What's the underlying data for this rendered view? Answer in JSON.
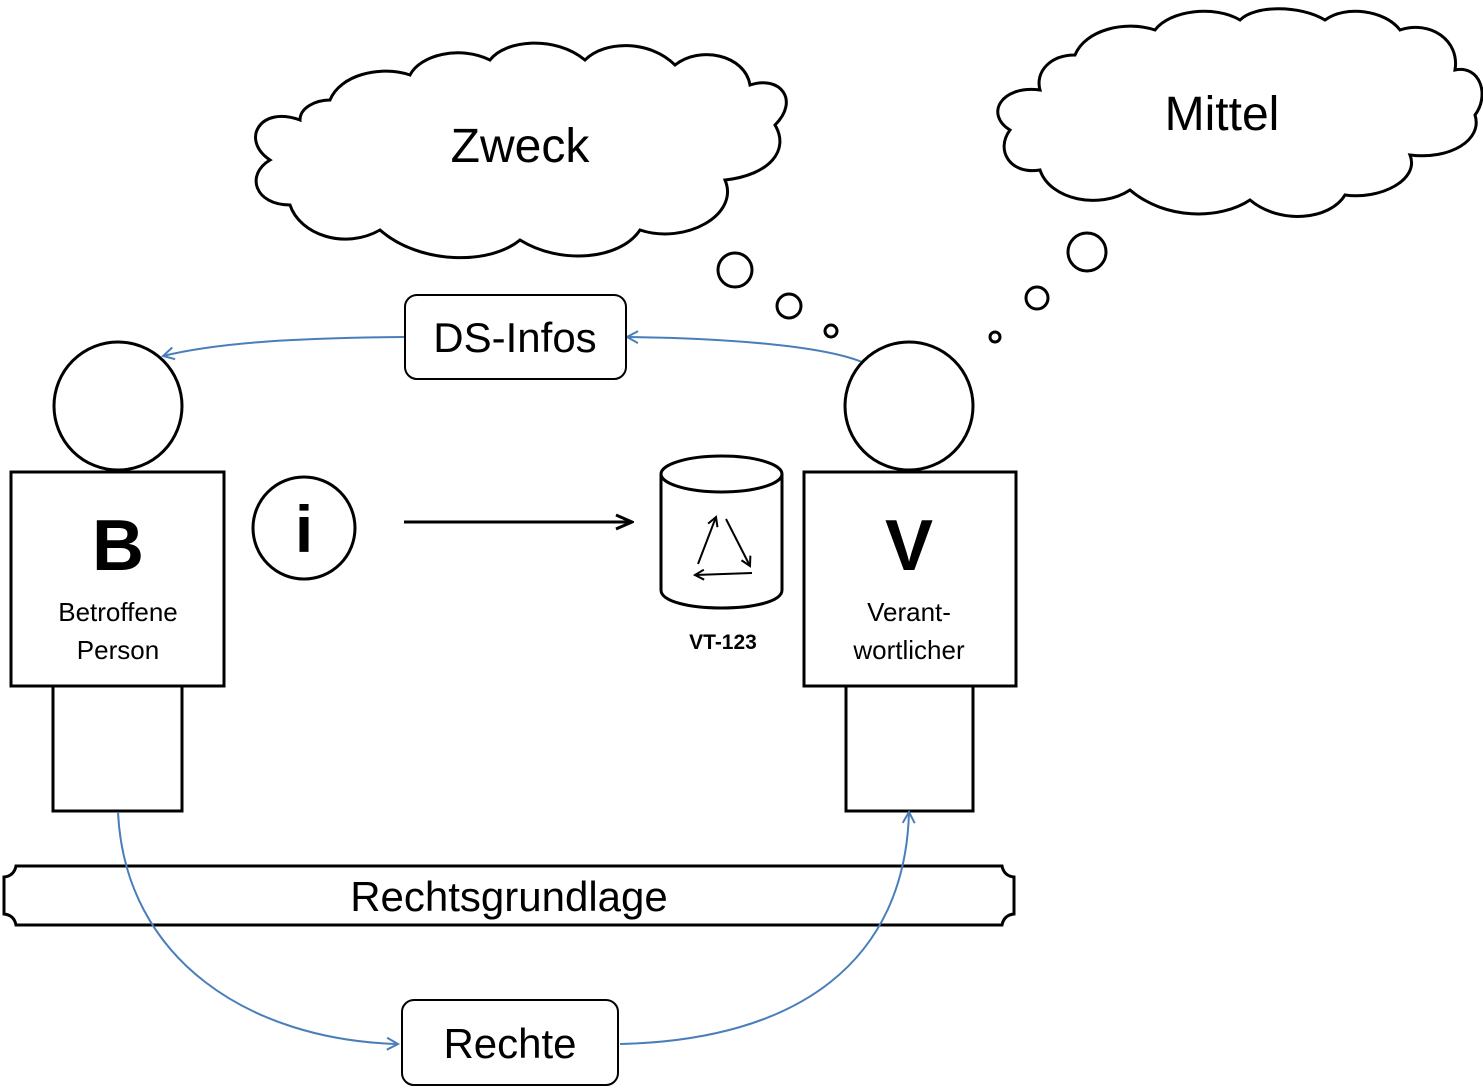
{
  "thoughts": {
    "zweck": "Zweck",
    "mittel": "Mittel"
  },
  "person_b": {
    "letter": "B",
    "label_line1": "Betroffene",
    "label_line2": "Person"
  },
  "person_v": {
    "letter": "V",
    "label_line1": "Verant-",
    "label_line2": "wortlicher"
  },
  "info_symbol": "i",
  "database": {
    "label": "VT-123",
    "icon": "cycle-arrows-icon"
  },
  "ds_infos": "DS-Infos",
  "rechtsgrundlage": "Rechtsgrundlage",
  "rechte": "Rechte",
  "colors": {
    "connector": "#4a7ebb",
    "outline": "#000000"
  }
}
